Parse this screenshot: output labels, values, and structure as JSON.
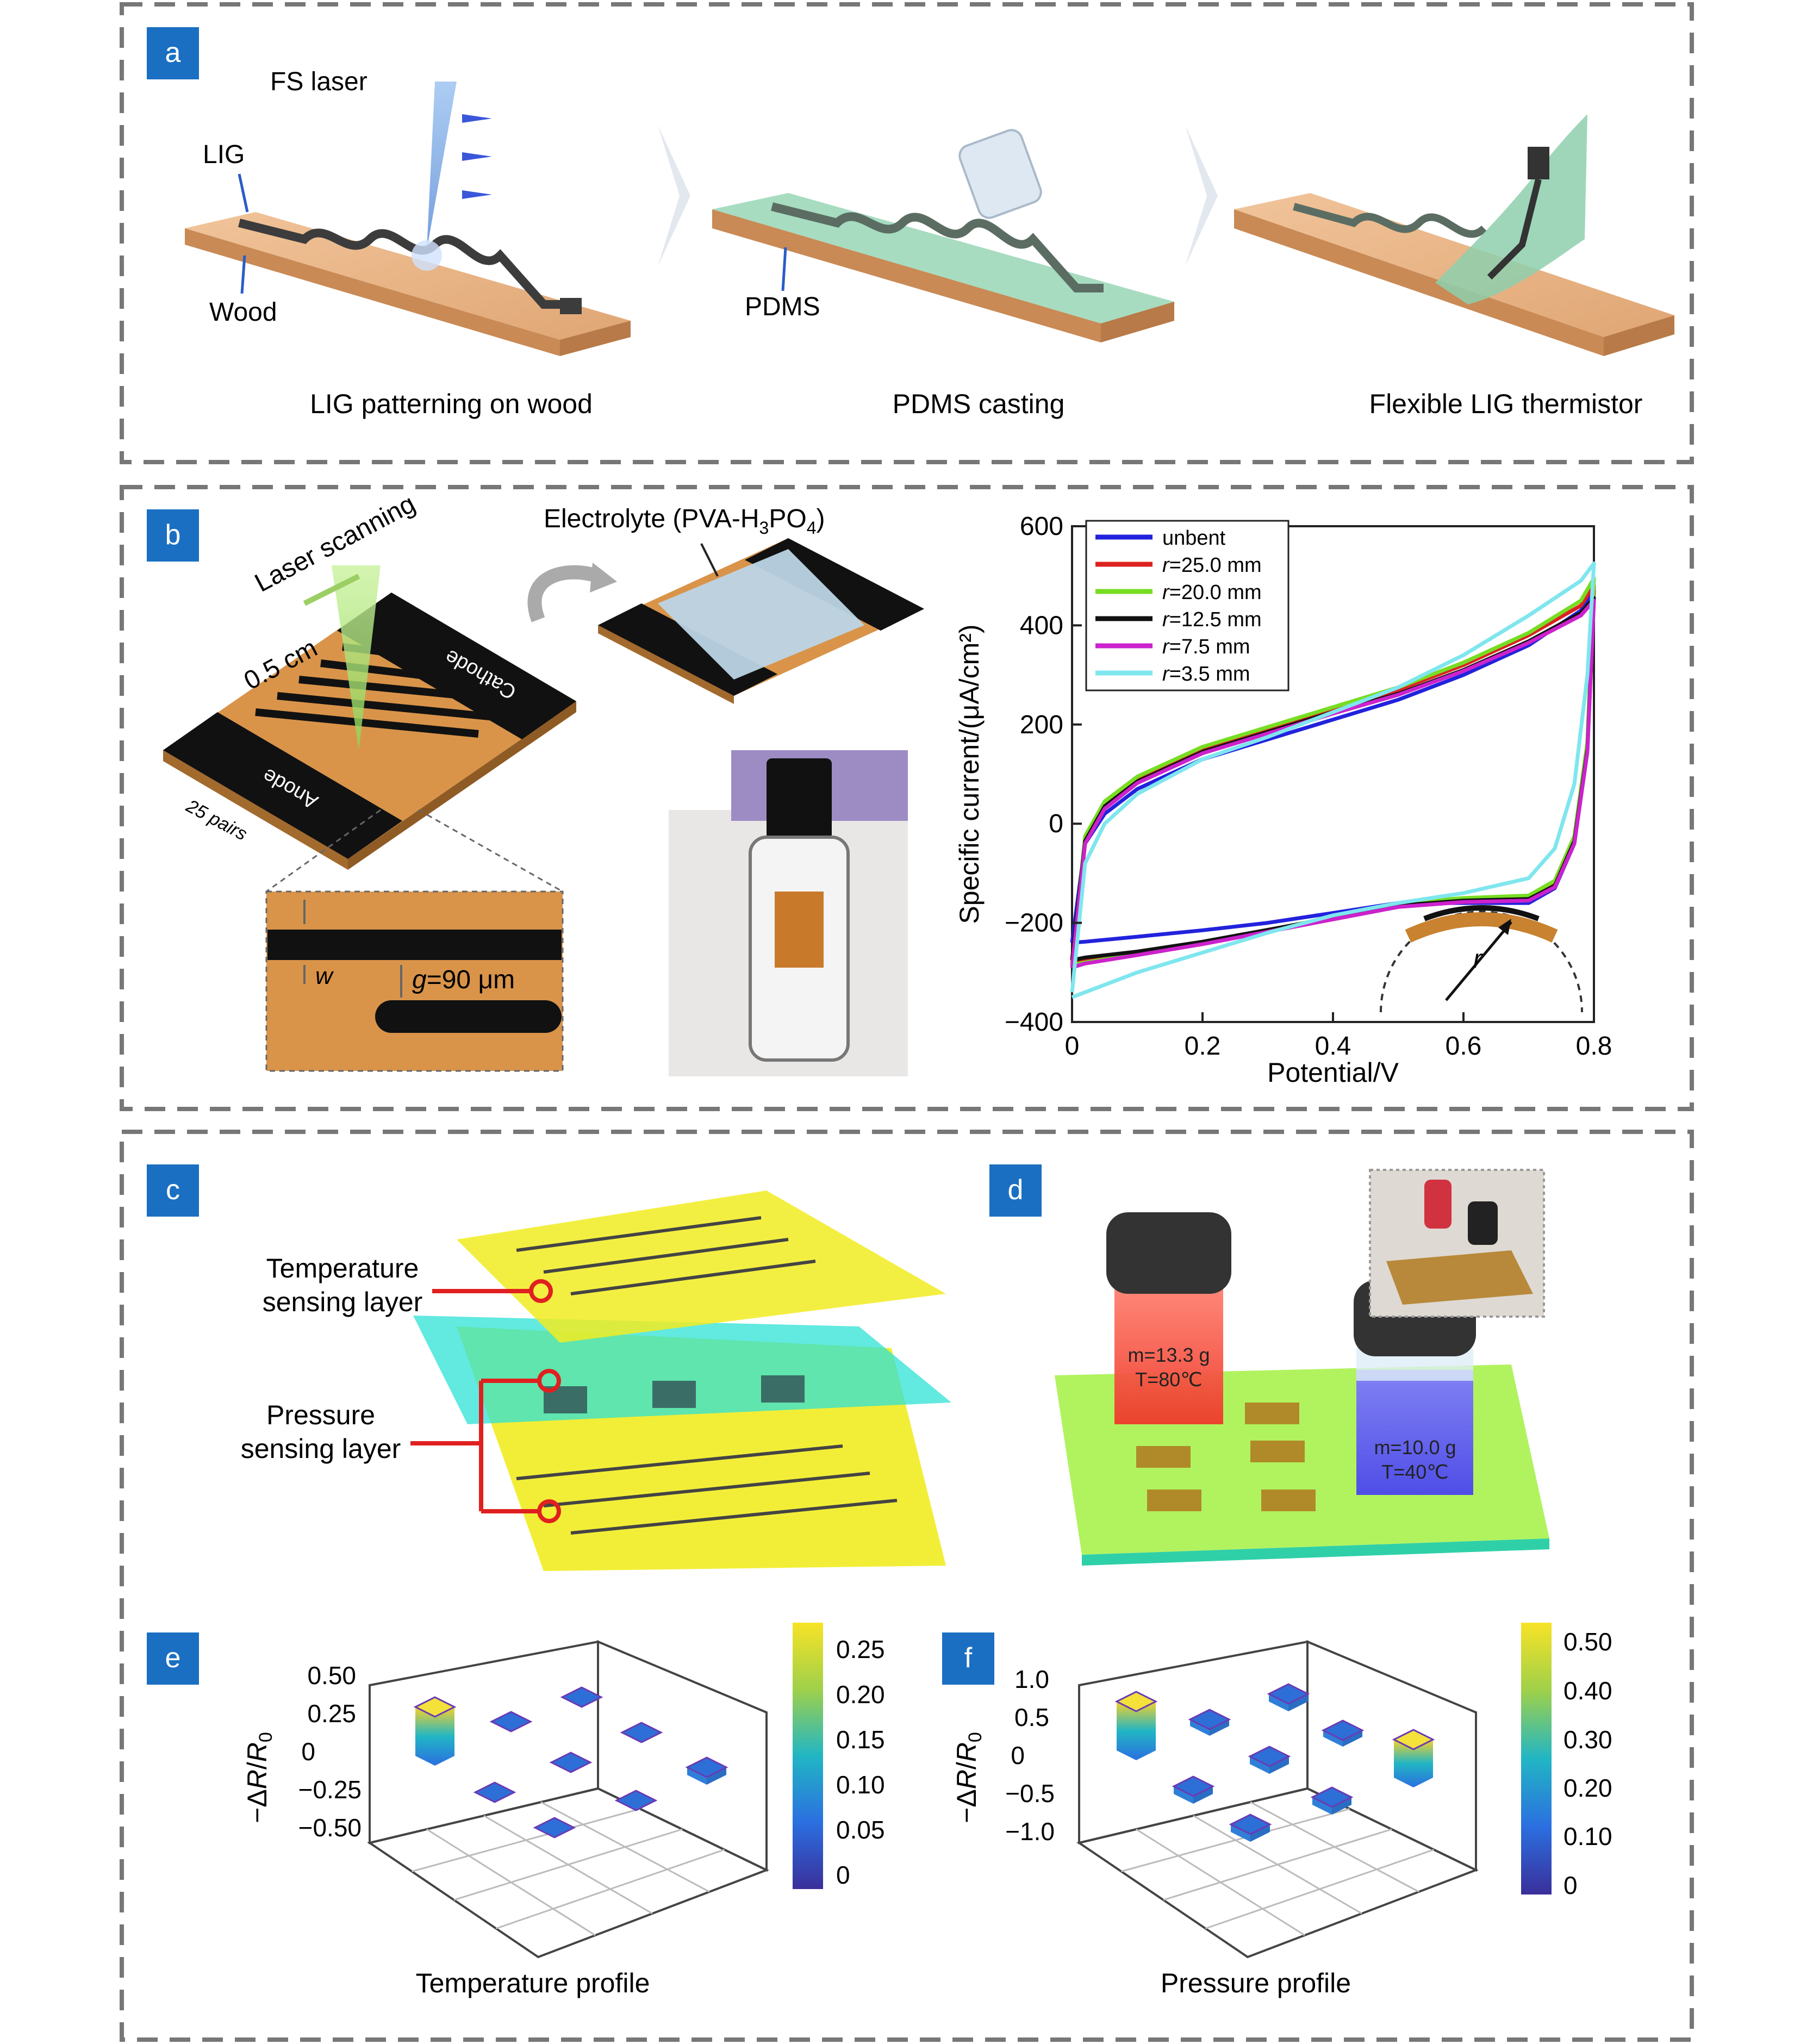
{
  "panels": {
    "a": {
      "letter": "a",
      "labels": {
        "fs_laser": "FS laser",
        "lig": "LIG",
        "wood": "Wood",
        "pdms": "PDMS"
      },
      "captions": [
        "LIG patterning on wood",
        "PDMS casting",
        "Flexible LIG thermistor"
      ]
    },
    "b": {
      "letter": "b",
      "labels": {
        "laser_scanning": "Laser scanning",
        "electrolyte_prefix": "Electrolyte (PVA-H",
        "electrolyte_sub1": "3",
        "electrolyte_mid": "PO",
        "electrolyte_sub2": "4",
        "electrolyte_suffix": ")",
        "width": "0.5 cm",
        "pairs": "25 pairs",
        "cathode": "Cathode",
        "anode": "Anode",
        "w": "w",
        "gap_italic": "g",
        "gap_value": "=90 μm"
      }
    },
    "c": {
      "letter": "c",
      "labels": {
        "temp_layer_1": "Temperature",
        "temp_layer_2": "sensing layer",
        "press_layer_1": "Pressure",
        "press_layer_2": "sensing layer"
      }
    },
    "d": {
      "letter": "d",
      "bottles": [
        {
          "mass": "m=13.3 g",
          "temp": "T=80℃"
        },
        {
          "mass": "m=10.0 g",
          "temp": "T=40℃"
        }
      ]
    },
    "e": {
      "letter": "e",
      "zlabel_prefix": "−Δ",
      "zlabel_R": "R",
      "zlabel_slash": "/",
      "zlabel_R0": "R",
      "zlabel_sub": "0",
      "zticks": [
        "0.50",
        "0.25",
        "0",
        "−0.25",
        "−0.50"
      ],
      "colorbar_ticks": [
        "0.25",
        "0.20",
        "0.15",
        "0.10",
        "0.05",
        "0"
      ],
      "caption": "Temperature profile"
    },
    "f": {
      "letter": "f",
      "zlabel_prefix": "−Δ",
      "zlabel_R": "R",
      "zlabel_slash": "/",
      "zlabel_R0": "R",
      "zlabel_sub": "0",
      "zticks": [
        "1.0",
        "0.5",
        "0",
        "−0.5",
        "−1.0"
      ],
      "colorbar_ticks": [
        "0.50",
        "0.40",
        "0.30",
        "0.20",
        "0.10",
        "0"
      ],
      "caption": "Pressure profile"
    }
  },
  "chart_data": {
    "type": "line",
    "xlabel": "Potential/V",
    "ylabel": "Specific current/(μA/cm²)",
    "xlim": [
      0,
      0.8
    ],
    "ylim": [
      -400,
      600
    ],
    "xticks": [
      "0",
      "0.2",
      "0.4",
      "0.6",
      "0.8"
    ],
    "yticks": [
      "600",
      "400",
      "200",
      "0",
      "−200",
      "−400"
    ],
    "legend_position": "top-left",
    "inset_label": "r",
    "series": [
      {
        "name": "unbent",
        "color": "#2222dd",
        "anodic": {
          "x": [
            0,
            0.02,
            0.05,
            0.1,
            0.2,
            0.3,
            0.4,
            0.5,
            0.6,
            0.7,
            0.78,
            0.8
          ],
          "y": [
            -240,
            -40,
            20,
            70,
            130,
            170,
            210,
            250,
            300,
            360,
            430,
            470
          ]
        },
        "cathodic": {
          "x": [
            0.8,
            0.79,
            0.77,
            0.74,
            0.7,
            0.6,
            0.5,
            0.4,
            0.3,
            0.2,
            0.1,
            0.02,
            0
          ],
          "y": [
            470,
            150,
            -40,
            -130,
            -160,
            -160,
            -160,
            -180,
            -200,
            -215,
            -228,
            -238,
            -240
          ]
        }
      },
      {
        "name": "r=25.0 mm",
        "color": "#dd2222",
        "anodic": {
          "x": [
            0,
            0.02,
            0.05,
            0.1,
            0.2,
            0.3,
            0.4,
            0.5,
            0.6,
            0.7,
            0.78,
            0.8
          ],
          "y": [
            -280,
            -30,
            40,
            90,
            150,
            190,
            230,
            270,
            320,
            380,
            440,
            480
          ]
        },
        "cathodic": {
          "x": [
            0.8,
            0.79,
            0.77,
            0.74,
            0.7,
            0.6,
            0.5,
            0.4,
            0.3,
            0.2,
            0.1,
            0.02,
            0
          ],
          "y": [
            480,
            160,
            -30,
            -120,
            -150,
            -155,
            -165,
            -190,
            -215,
            -240,
            -260,
            -275,
            -280
          ]
        }
      },
      {
        "name": "r=20.0 mm",
        "color": "#77dd22",
        "anodic": {
          "x": [
            0,
            0.02,
            0.05,
            0.1,
            0.2,
            0.3,
            0.4,
            0.5,
            0.6,
            0.7,
            0.78,
            0.8
          ],
          "y": [
            -285,
            -25,
            45,
            95,
            155,
            195,
            235,
            275,
            325,
            385,
            450,
            495
          ]
        },
        "cathodic": {
          "x": [
            0.8,
            0.79,
            0.77,
            0.74,
            0.7,
            0.6,
            0.5,
            0.4,
            0.3,
            0.2,
            0.1,
            0.02,
            0
          ],
          "y": [
            495,
            165,
            -25,
            -115,
            -145,
            -150,
            -160,
            -188,
            -215,
            -242,
            -262,
            -280,
            -285
          ]
        }
      },
      {
        "name": "r=12.5 mm",
        "color": "#111111",
        "anodic": {
          "x": [
            0,
            0.02,
            0.05,
            0.1,
            0.2,
            0.3,
            0.4,
            0.5,
            0.6,
            0.7,
            0.78,
            0.8
          ],
          "y": [
            -275,
            -35,
            35,
            85,
            145,
            185,
            225,
            262,
            310,
            368,
            425,
            455
          ]
        },
        "cathodic": {
          "x": [
            0.8,
            0.79,
            0.77,
            0.74,
            0.7,
            0.6,
            0.5,
            0.4,
            0.3,
            0.2,
            0.1,
            0.02,
            0
          ],
          "y": [
            455,
            150,
            -35,
            -125,
            -152,
            -155,
            -165,
            -190,
            -214,
            -238,
            -258,
            -270,
            -275
          ]
        }
      },
      {
        "name": "r=7.5 mm",
        "color": "#cc22cc",
        "anodic": {
          "x": [
            0,
            0.02,
            0.05,
            0.1,
            0.2,
            0.3,
            0.4,
            0.5,
            0.6,
            0.7,
            0.78,
            0.8
          ],
          "y": [
            -290,
            -40,
            30,
            82,
            142,
            182,
            222,
            260,
            308,
            365,
            420,
            450
          ]
        },
        "cathodic": {
          "x": [
            0.8,
            0.79,
            0.77,
            0.74,
            0.7,
            0.6,
            0.5,
            0.4,
            0.3,
            0.2,
            0.1,
            0.02,
            0
          ],
          "y": [
            450,
            145,
            -40,
            -128,
            -155,
            -158,
            -168,
            -193,
            -218,
            -243,
            -265,
            -282,
            -290
          ]
        }
      },
      {
        "name": "r=3.5 mm",
        "color": "#7fe6ee",
        "anodic": {
          "x": [
            0,
            0.02,
            0.05,
            0.1,
            0.2,
            0.3,
            0.4,
            0.5,
            0.6,
            0.7,
            0.78,
            0.8
          ],
          "y": [
            -340,
            -80,
            0,
            60,
            130,
            175,
            225,
            275,
            340,
            420,
            490,
            525
          ]
        },
        "cathodic": {
          "x": [
            0.8,
            0.79,
            0.77,
            0.74,
            0.7,
            0.6,
            0.5,
            0.4,
            0.3,
            0.2,
            0.1,
            0.02,
            0
          ],
          "y": [
            525,
            300,
            80,
            -50,
            -110,
            -140,
            -160,
            -185,
            -220,
            -260,
            -300,
            -340,
            -350
          ]
        }
      }
    ]
  }
}
